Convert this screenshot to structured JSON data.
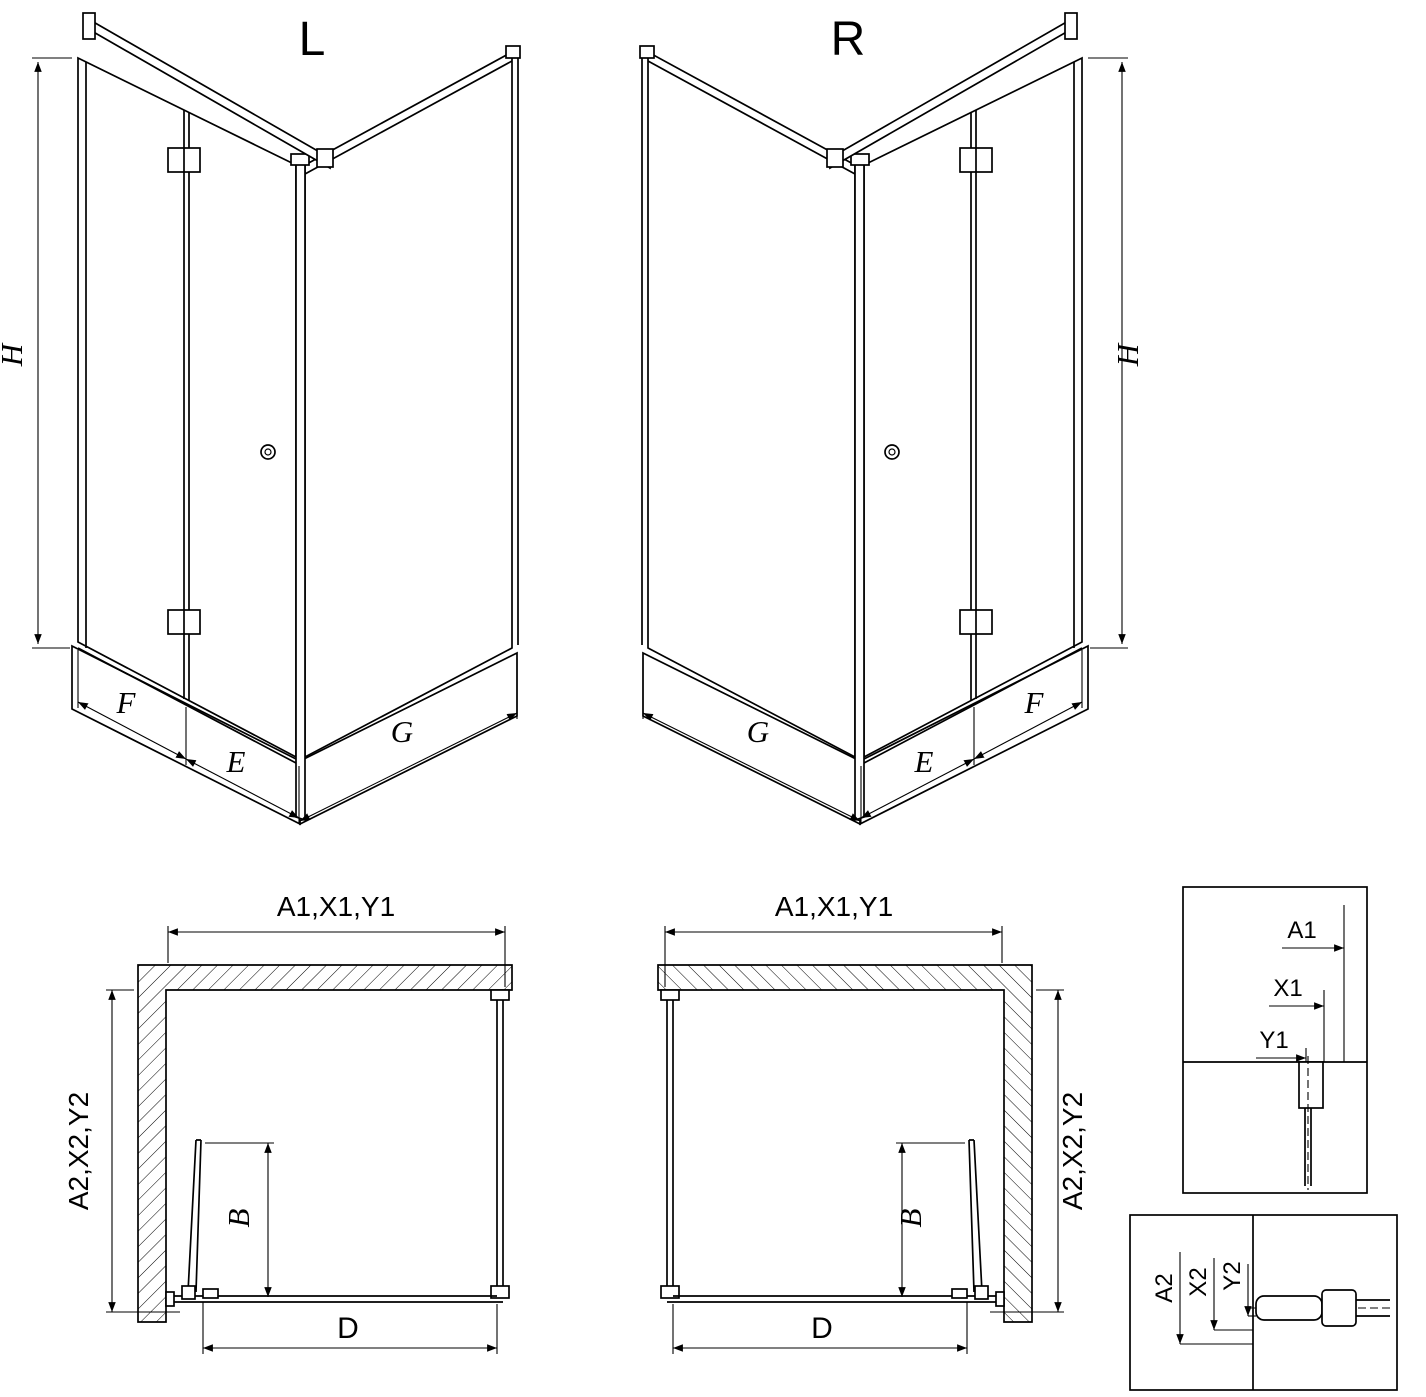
{
  "views": {
    "left_3d": {
      "title": "L",
      "h": "H",
      "f": "F",
      "e": "E",
      "g": "G"
    },
    "right_3d": {
      "title": "R",
      "h": "H",
      "f": "F",
      "e": "E",
      "g": "G"
    },
    "left_plan": {
      "top": "A1,X1,Y1",
      "side": "A2,X2,Y2",
      "b": "B",
      "d": "D"
    },
    "right_plan": {
      "top": "A1,X1,Y1",
      "side": "A2,X2,Y2",
      "b": "B",
      "d": "D"
    }
  },
  "details": {
    "top": {
      "a1": "A1",
      "x1": "X1",
      "y1": "Y1"
    },
    "bottom": {
      "a2": "A2",
      "x2": "X2",
      "y2": "Y2"
    }
  },
  "colors": {
    "line": "#000000",
    "background": "#ffffff"
  }
}
